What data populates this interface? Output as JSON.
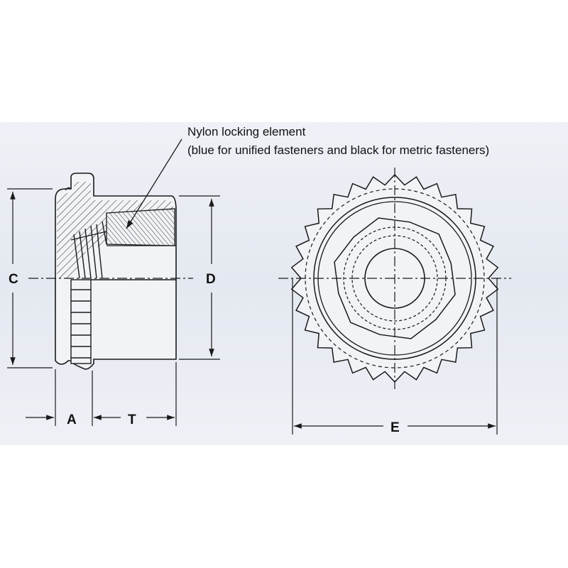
{
  "annotation": {
    "line1": "Nylon locking element",
    "line2": "(blue for unified fasteners and black for metric fasteners)"
  },
  "dimensions": {
    "A": "A",
    "T": "T",
    "C": "C",
    "D": "D",
    "E": "E"
  },
  "colors": {
    "panel_background": "#e6eaf2",
    "page_background": "#ffffff",
    "line": "#1a1a1a"
  }
}
